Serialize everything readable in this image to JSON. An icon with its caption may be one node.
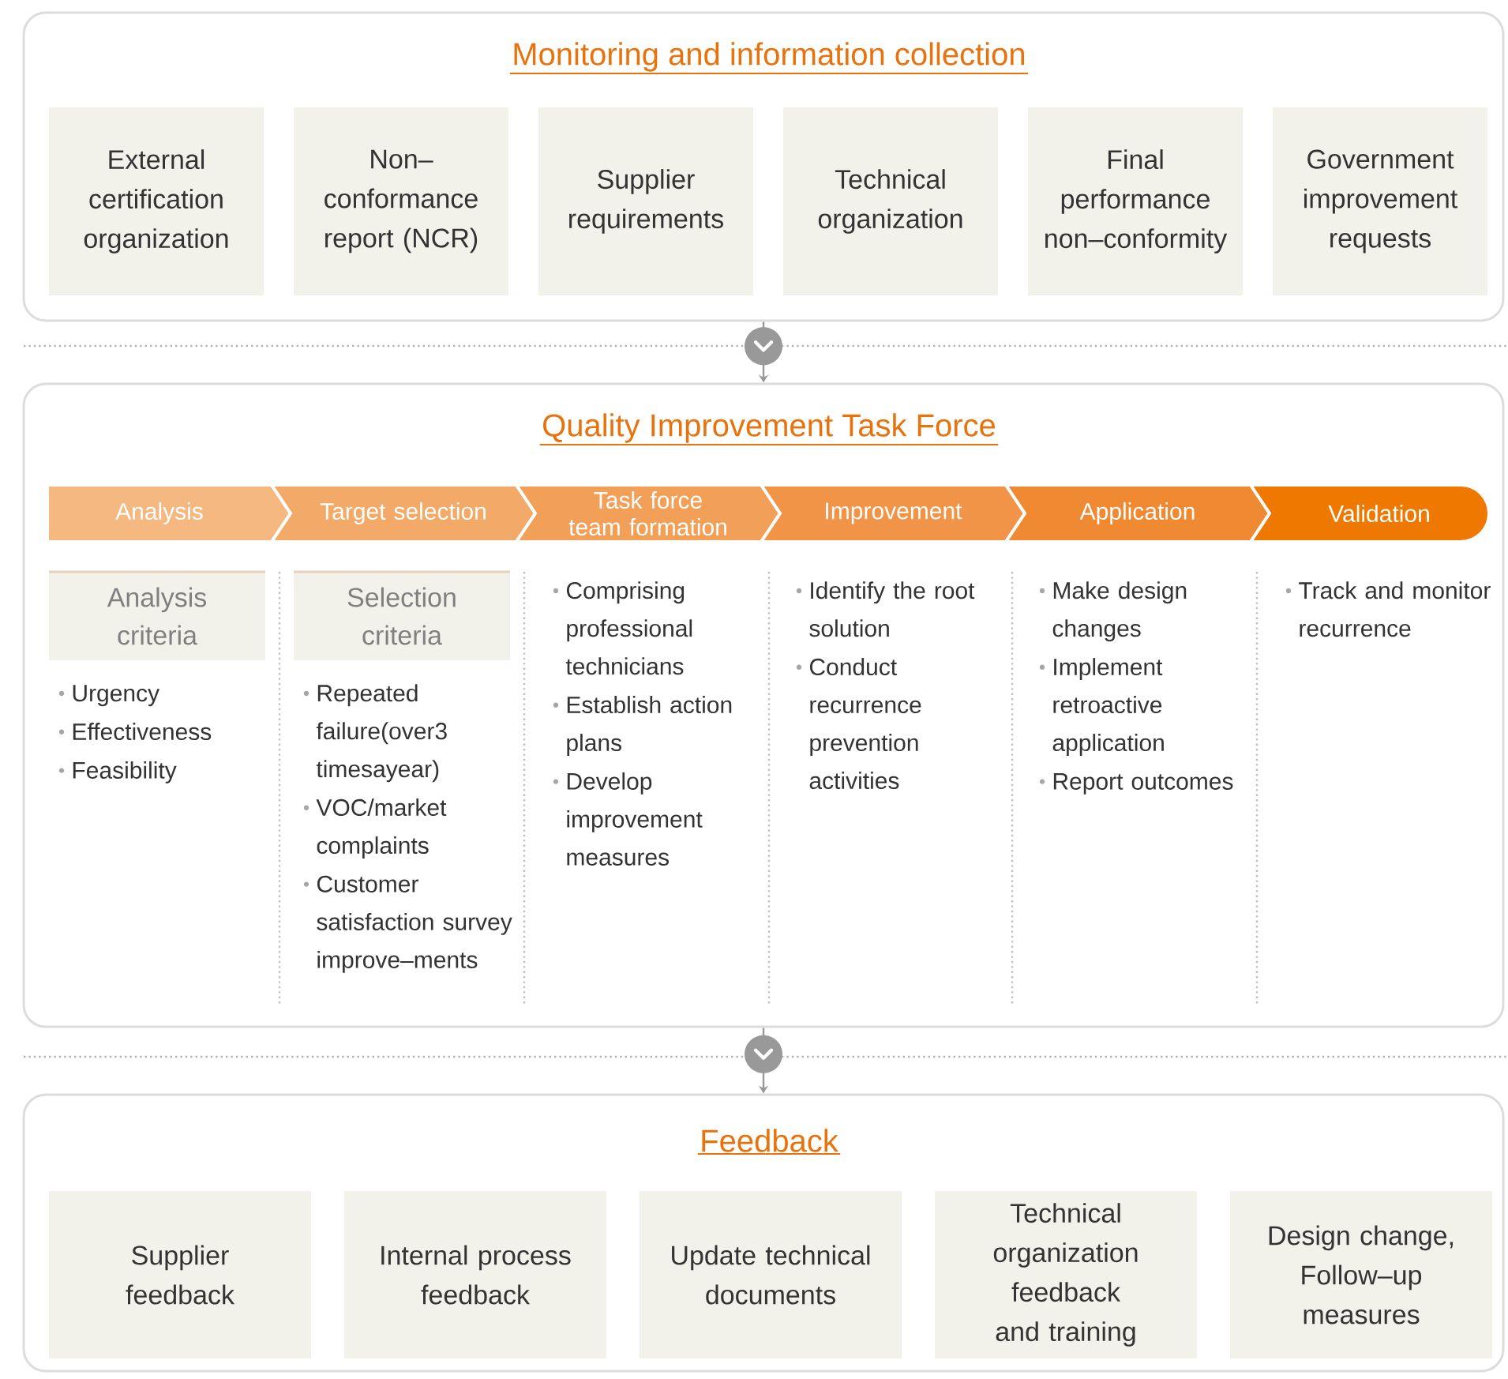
{
  "diagram": {
    "nodes": [
      {
        "text": [
          "Monitoring and information collection"
        ]
      },
      {
        "text": [
          "External certification organization"
        ],
        "in": 0
      },
      {
        "text": [
          "Non–conformance report (NCR)"
        ],
        "in": 0
      },
      {
        "text": [
          "Supplier requirements"
        ],
        "in": 0
      },
      {
        "text": [
          "Technical organization"
        ],
        "in": 0
      },
      {
        "text": [
          "Final performance non–conformity"
        ],
        "in": 0
      },
      {
        "text": [
          "Government improvement requests"
        ],
        "in": 0
      },
      {
        "text": [
          "Quality Improvement Task Force"
        ]
      },
      {
        "text": [
          "Analysis"
        ],
        "in": 7
      },
      {
        "text": [
          "Target selection"
        ],
        "in": 7
      },
      {
        "text": [
          "Task force team formation"
        ],
        "in": 7
      },
      {
        "text": [
          "Improvement"
        ],
        "in": 7
      },
      {
        "text": [
          "Application"
        ],
        "in": 7
      },
      {
        "text": [
          "Validation"
        ],
        "in": 7
      },
      {
        "text": [
          "Analysis criteria"
        ],
        "in": 7
      },
      {
        "text": [
          "Selection criteria"
        ],
        "in": 7
      },
      {
        "text": [
          "Feedback"
        ]
      },
      {
        "text": [
          "Supplier feedback"
        ],
        "in": 16
      },
      {
        "text": [
          "Internal process feedback"
        ],
        "in": 16
      },
      {
        "text": [
          "Update technical documents"
        ],
        "in": 16
      },
      {
        "text": [
          "Technical organization feedback and training"
        ],
        "in": 16
      },
      {
        "text": [
          "Design change, Follow–up measures"
        ],
        "in": 16
      }
    ],
    "edges": [
      {
        "from": 0,
        "to": 7,
        "arrow": "to"
      },
      {
        "from": 7,
        "to": 16,
        "arrow": "to"
      }
    ],
    "labels": [
      "Urgency",
      "Effectiveness",
      "Feasibility",
      "Repeated failure(over3 timesayear)",
      "VOC/market complaints",
      "Customer satisfaction survey improve–ments",
      "Comprising professional technicians",
      "Establish action plans",
      "Develop improvement measures",
      "Identify the root solution",
      "Conduct recurrence prevention activities",
      "Make design changes",
      "Implement retroactive application",
      "Report outcomes",
      "Track and monitor recurrence"
    ]
  }
}
